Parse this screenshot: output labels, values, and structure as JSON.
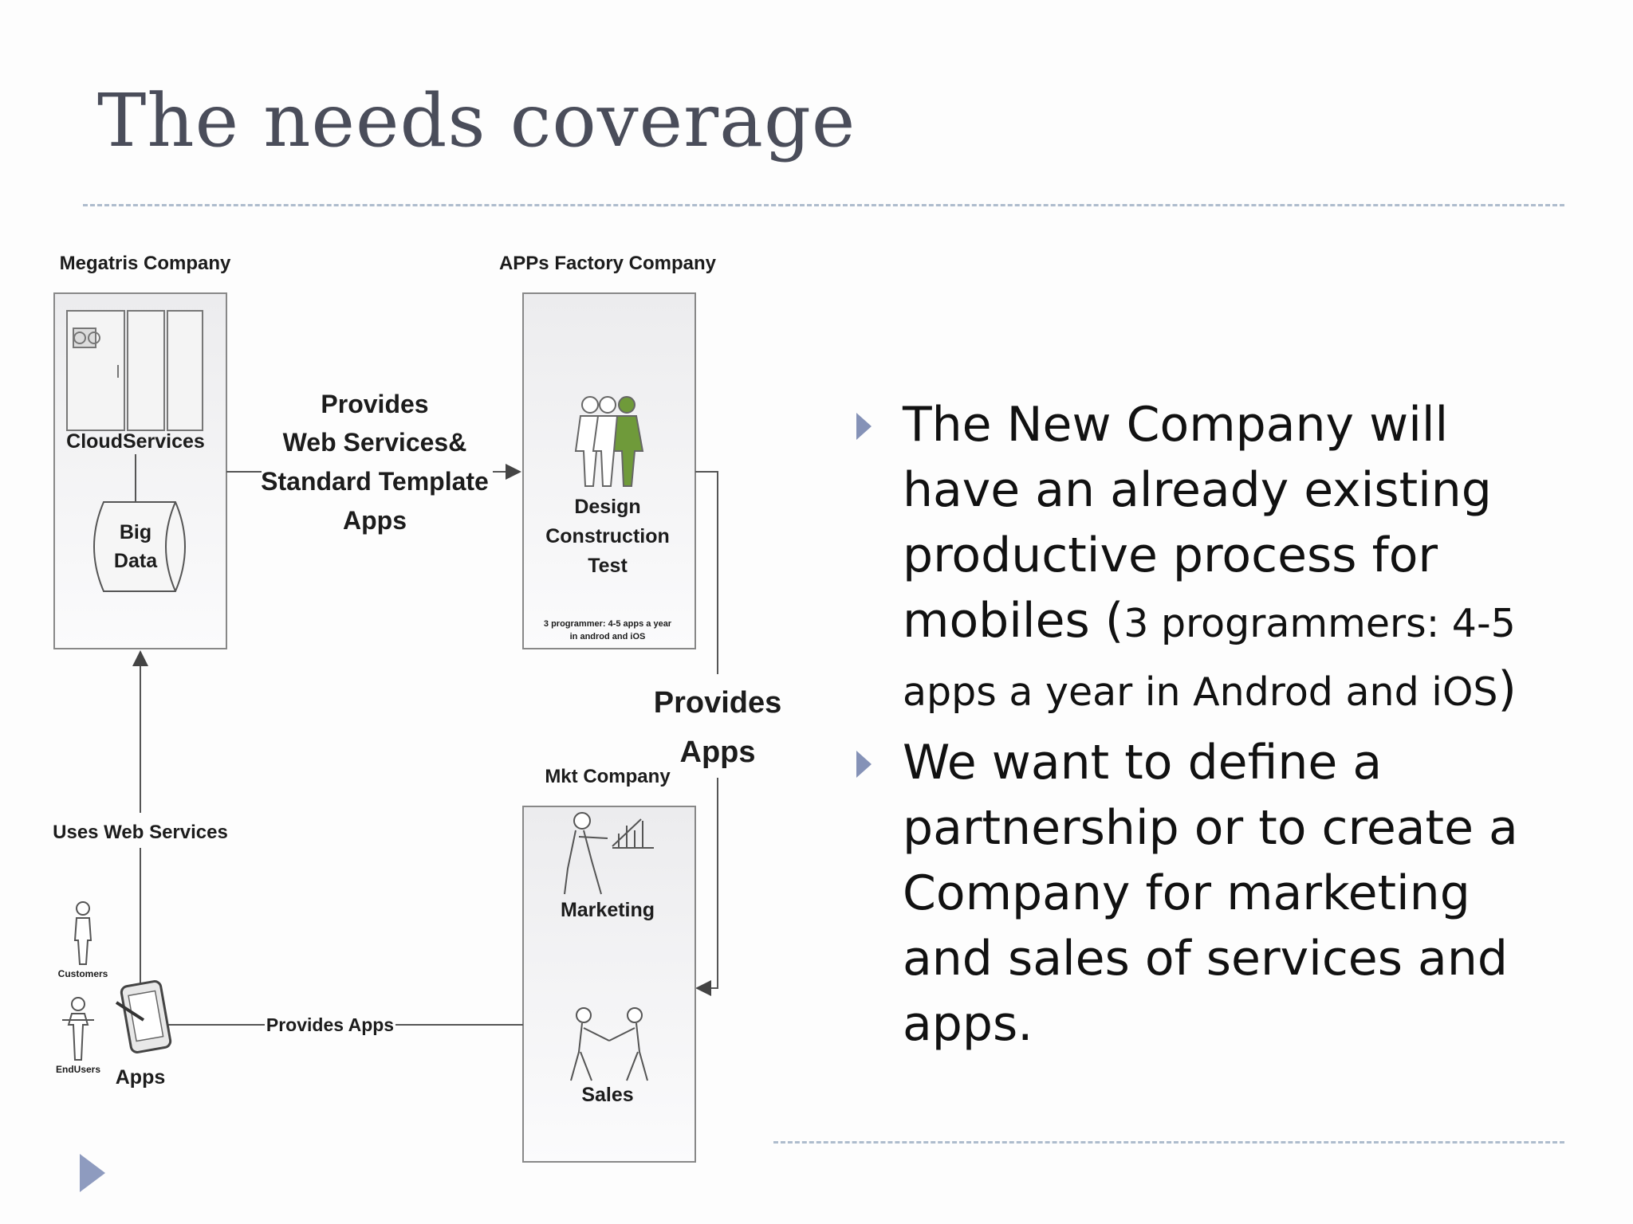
{
  "slide": {
    "title": "The needs coverage"
  },
  "diagram": {
    "megatris": {
      "title": "Megatris Company",
      "cloud": "CloudServices",
      "bigdata": [
        "Big",
        "Data"
      ]
    },
    "factory": {
      "title": "APPs Factory Company",
      "process": [
        "Design",
        "Construction",
        "Test"
      ],
      "note": [
        "3 programmer: 4-5 apps a year",
        "in androd and iOS"
      ]
    },
    "mkt": {
      "title": "Mkt Company",
      "marketing": "Marketing",
      "sales": "Sales"
    },
    "edges": {
      "provides_ws": [
        "Provides",
        "Web Services&",
        "Standard Template",
        "Apps"
      ],
      "provides_apps_right": [
        "Provides",
        "Apps"
      ],
      "uses_ws": "Uses Web Services",
      "provides_apps_bottom": "Provides Apps"
    },
    "users": {
      "customers": "Customers",
      "endusers": "EndUsers",
      "apps": "Apps"
    }
  },
  "bullets": {
    "b1": {
      "main": "The New Company will have an already existing productive process for mobiles (",
      "detail": "3 programmers: 4-5 apps a year in Androd and iOS",
      "close": ")"
    },
    "b2": "We want to define a partnership or to create a Company for marketing and sales of services and apps."
  },
  "colors": {
    "title": "#4a4d5a",
    "bullet": "#8592b7",
    "rule": "#aebccd",
    "figure_accent": "#6f9a3a"
  }
}
